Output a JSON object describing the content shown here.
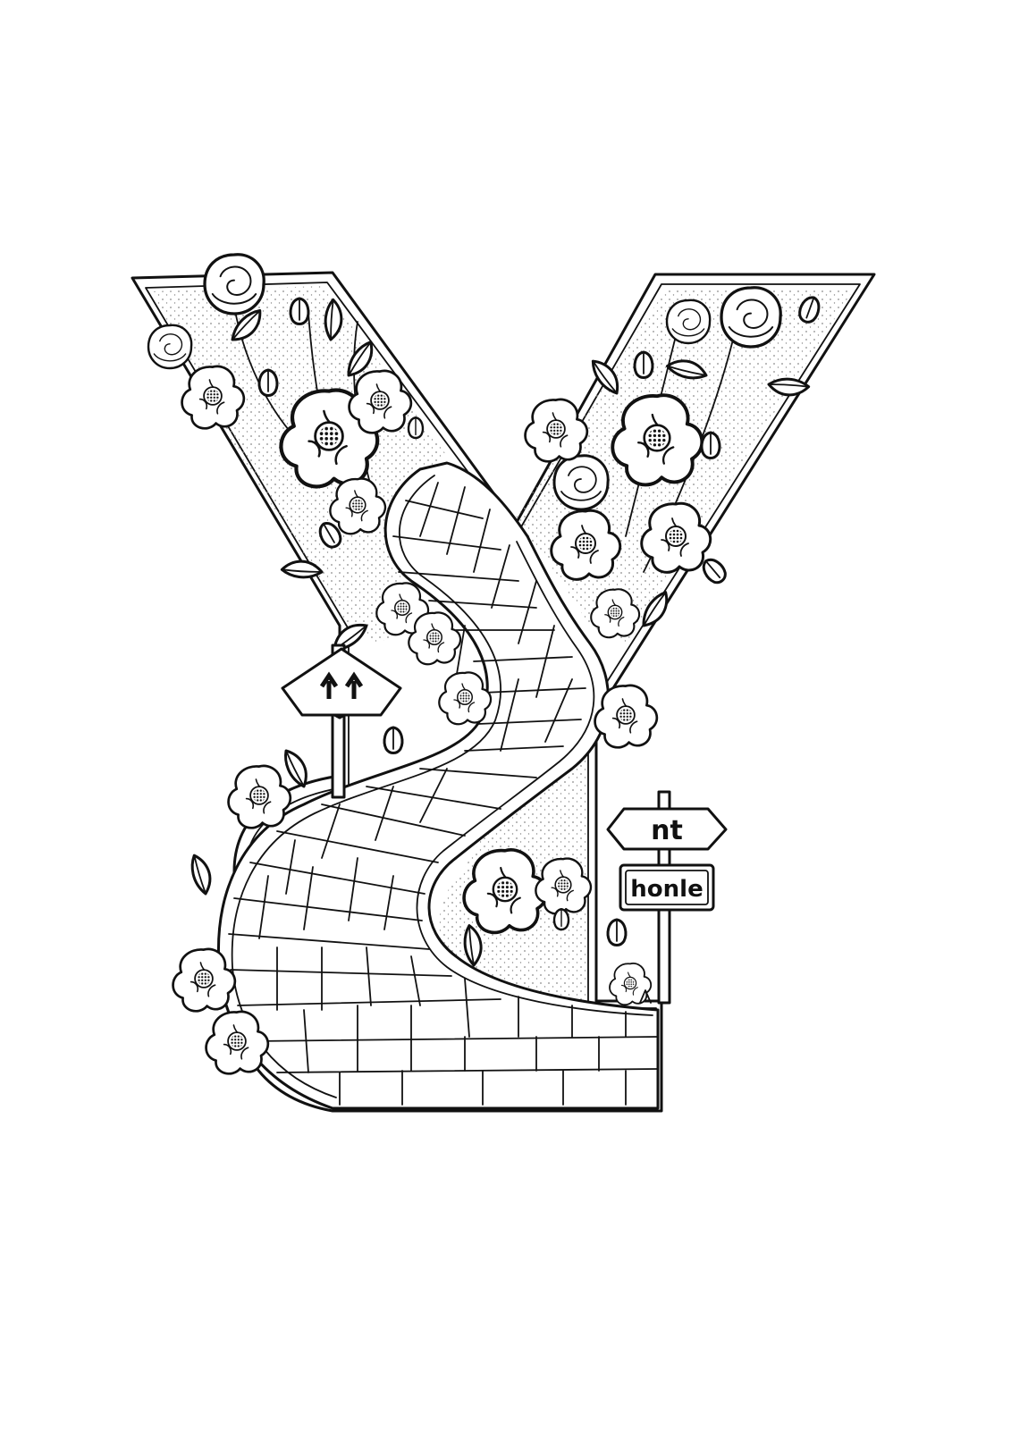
{
  "artwork": {
    "letter": "Y",
    "colors": {
      "ink": "#111111",
      "paper": "#ffffff",
      "stipple": "#8a8a8a"
    },
    "signs": {
      "arrow_sign_icon": "double-up-arrow-icon",
      "top_sign_text": "nt",
      "bottom_sign_text": "honle"
    }
  }
}
